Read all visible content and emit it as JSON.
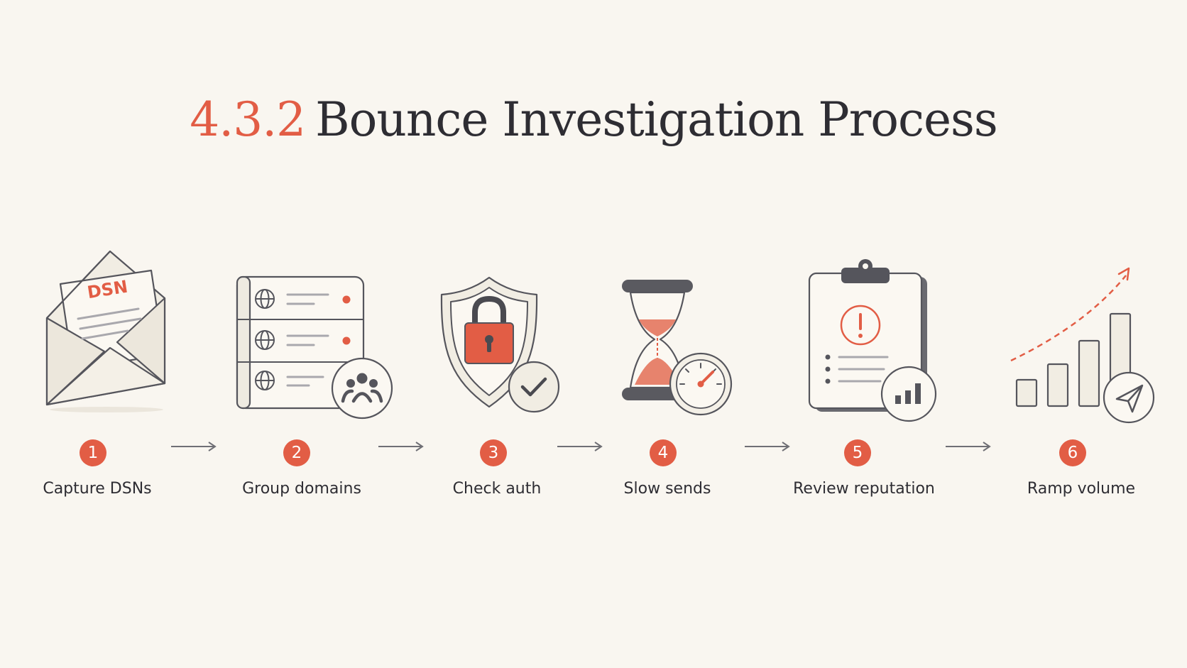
{
  "title": {
    "number": "4.3.2",
    "text": "Bounce Investigation Process"
  },
  "colors": {
    "accent": "#e25d45",
    "ink": "#2e2d33",
    "background": "#f9f6f0"
  },
  "steps": [
    {
      "number": "1",
      "label": "Capture DSNs",
      "icon": "envelope-dsn-icon",
      "icon_text": "DSN"
    },
    {
      "number": "2",
      "label": "Group domains",
      "icon": "server-list-users-icon"
    },
    {
      "number": "3",
      "label": "Check auth",
      "icon": "shield-lock-check-icon"
    },
    {
      "number": "4",
      "label": "Slow sends",
      "icon": "hourglass-gauge-icon"
    },
    {
      "number": "5",
      "label": "Review reputation",
      "icon": "clipboard-alert-chart-icon"
    },
    {
      "number": "6",
      "label": "Ramp volume",
      "icon": "bar-growth-send-icon"
    }
  ]
}
